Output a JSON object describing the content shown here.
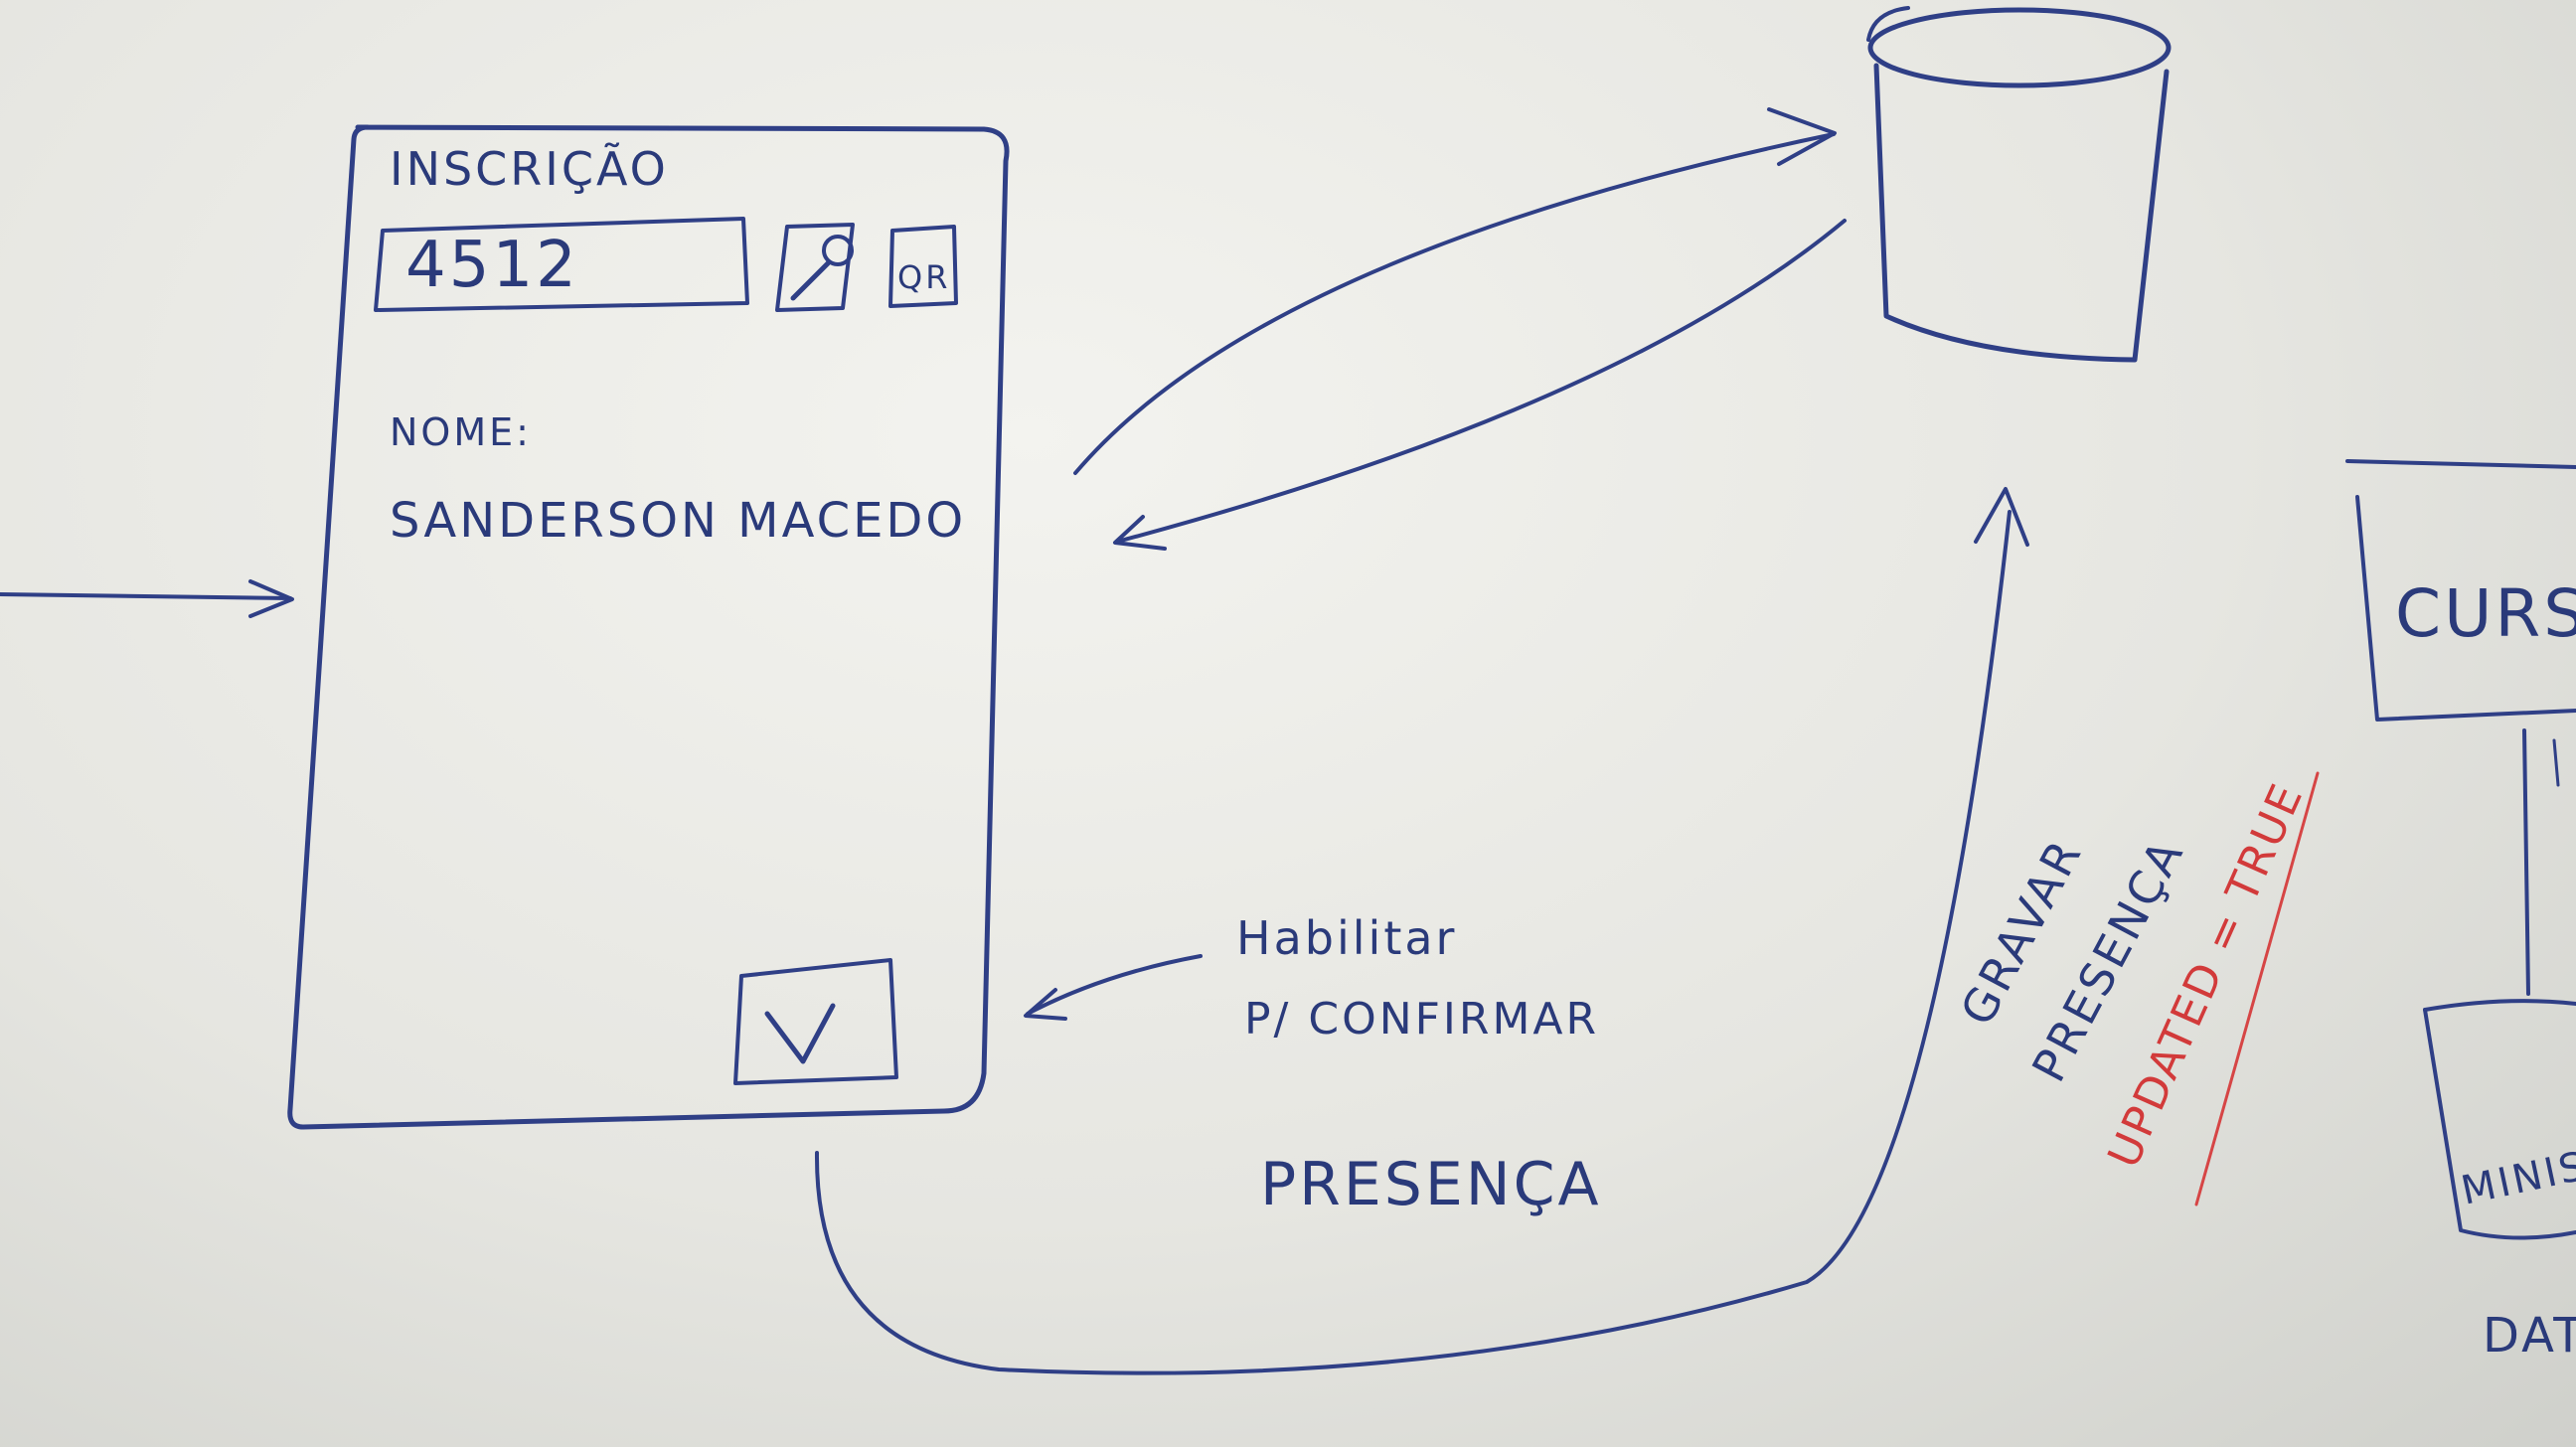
{
  "phone_screen": {
    "title": "INSCRIÇÃO",
    "registration_input_value": "4512",
    "search_icon": "search-icon",
    "qr_button_label": "QR",
    "name_label": "NOME:",
    "name_value": "SANDERSON MACEDO",
    "confirm_icon": "check-icon"
  },
  "annotations": {
    "enable_line1": "Habilitar",
    "enable_line2": "P/ CONFIRMAR",
    "presence": "PRESENÇA",
    "save_line1": "GRAVAR",
    "save_line2": "PRESENÇA",
    "updated_flag": "UPDATED = TRUE"
  },
  "right_panel": {
    "course_label": "CURS",
    "bottom_label": "MINIS",
    "date_label": "DAT"
  },
  "colors": {
    "marker_blue": "#2f3f86",
    "marker_red": "#d64545",
    "board": "#eceae5"
  }
}
